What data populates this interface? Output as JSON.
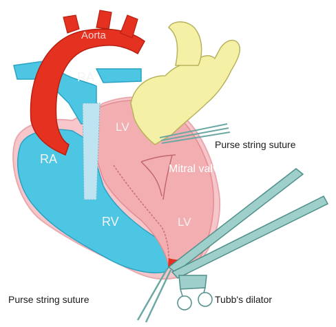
{
  "labels": {
    "aorta": "Aorta",
    "ra_top": "RA",
    "ra_left": "RA",
    "lv_upper": "LV",
    "lv_lower": "LV",
    "rv": "RV",
    "mitral_valve": "Mitral valve",
    "purse_string_top": "Purse string suture",
    "purse_string_bottom": "Purse string suture",
    "tubbs_dilator": "Tubb's dilator"
  },
  "colors": {
    "aorta": "#e5311f",
    "atrium_blue": "#4cc6e3",
    "ventricle_pink": "#f2aeb0",
    "pericardium": "#f7c9cc",
    "finger": "#f4f0a6",
    "instrument": "#9fcfca"
  }
}
